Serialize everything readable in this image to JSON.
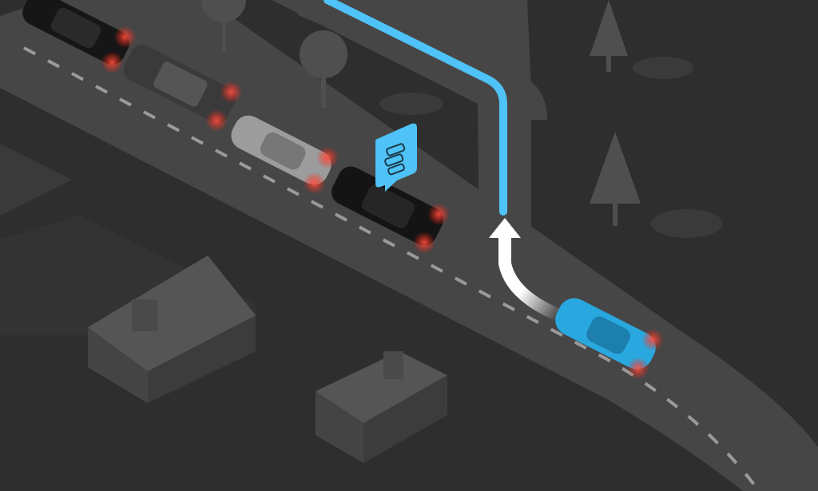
{
  "scene": {
    "kind": "isometric traffic illustration",
    "colors": {
      "background": "#2e2e2e",
      "road": "#464646",
      "lane_marking": "#9a9a9a",
      "route": "#4fc3f7",
      "arrow": "#ffffff",
      "highlight_car": "#29a8e0",
      "tail_light": "#ff3b30",
      "building": "#4a4a4a",
      "tree": "#4f4f4f"
    },
    "icons": {
      "traffic_pin": "traffic-jam-cars-icon",
      "turn_arrow": "arrow-up-icon"
    },
    "cars": [
      {
        "name": "car-black-1",
        "color": "#161616"
      },
      {
        "name": "car-dark-suv",
        "color": "#3a3a3a"
      },
      {
        "name": "car-silver",
        "color": "#9c9c9c"
      },
      {
        "name": "car-black-2",
        "color": "#141414"
      },
      {
        "name": "car-blue",
        "color": "#29a8e0"
      }
    ]
  }
}
